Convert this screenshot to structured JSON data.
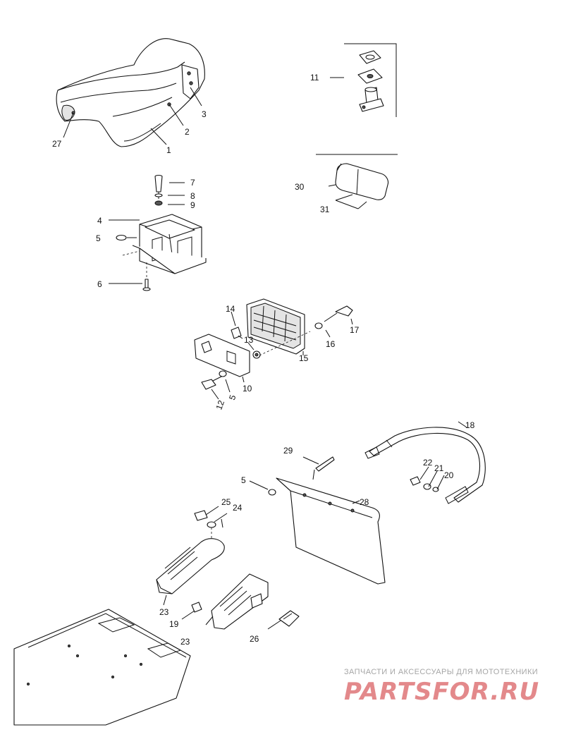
{
  "diagram": {
    "callouts": [
      "1",
      "2",
      "3",
      "27",
      "11",
      "30",
      "31",
      "7",
      "8",
      "9",
      "4",
      "5",
      "6",
      "14",
      "13",
      "15",
      "16",
      "17",
      "10",
      "12",
      "5",
      "18",
      "29",
      "5",
      "22",
      "21",
      "20",
      "28",
      "25",
      "24",
      "23",
      "19",
      "23",
      "26"
    ]
  },
  "watermark": {
    "top": "ЗАПЧАСТИ И АКСЕССУАРЫ ДЛЯ МОТОТЕХНИКИ",
    "logo": "PARTSFOR.RU"
  }
}
